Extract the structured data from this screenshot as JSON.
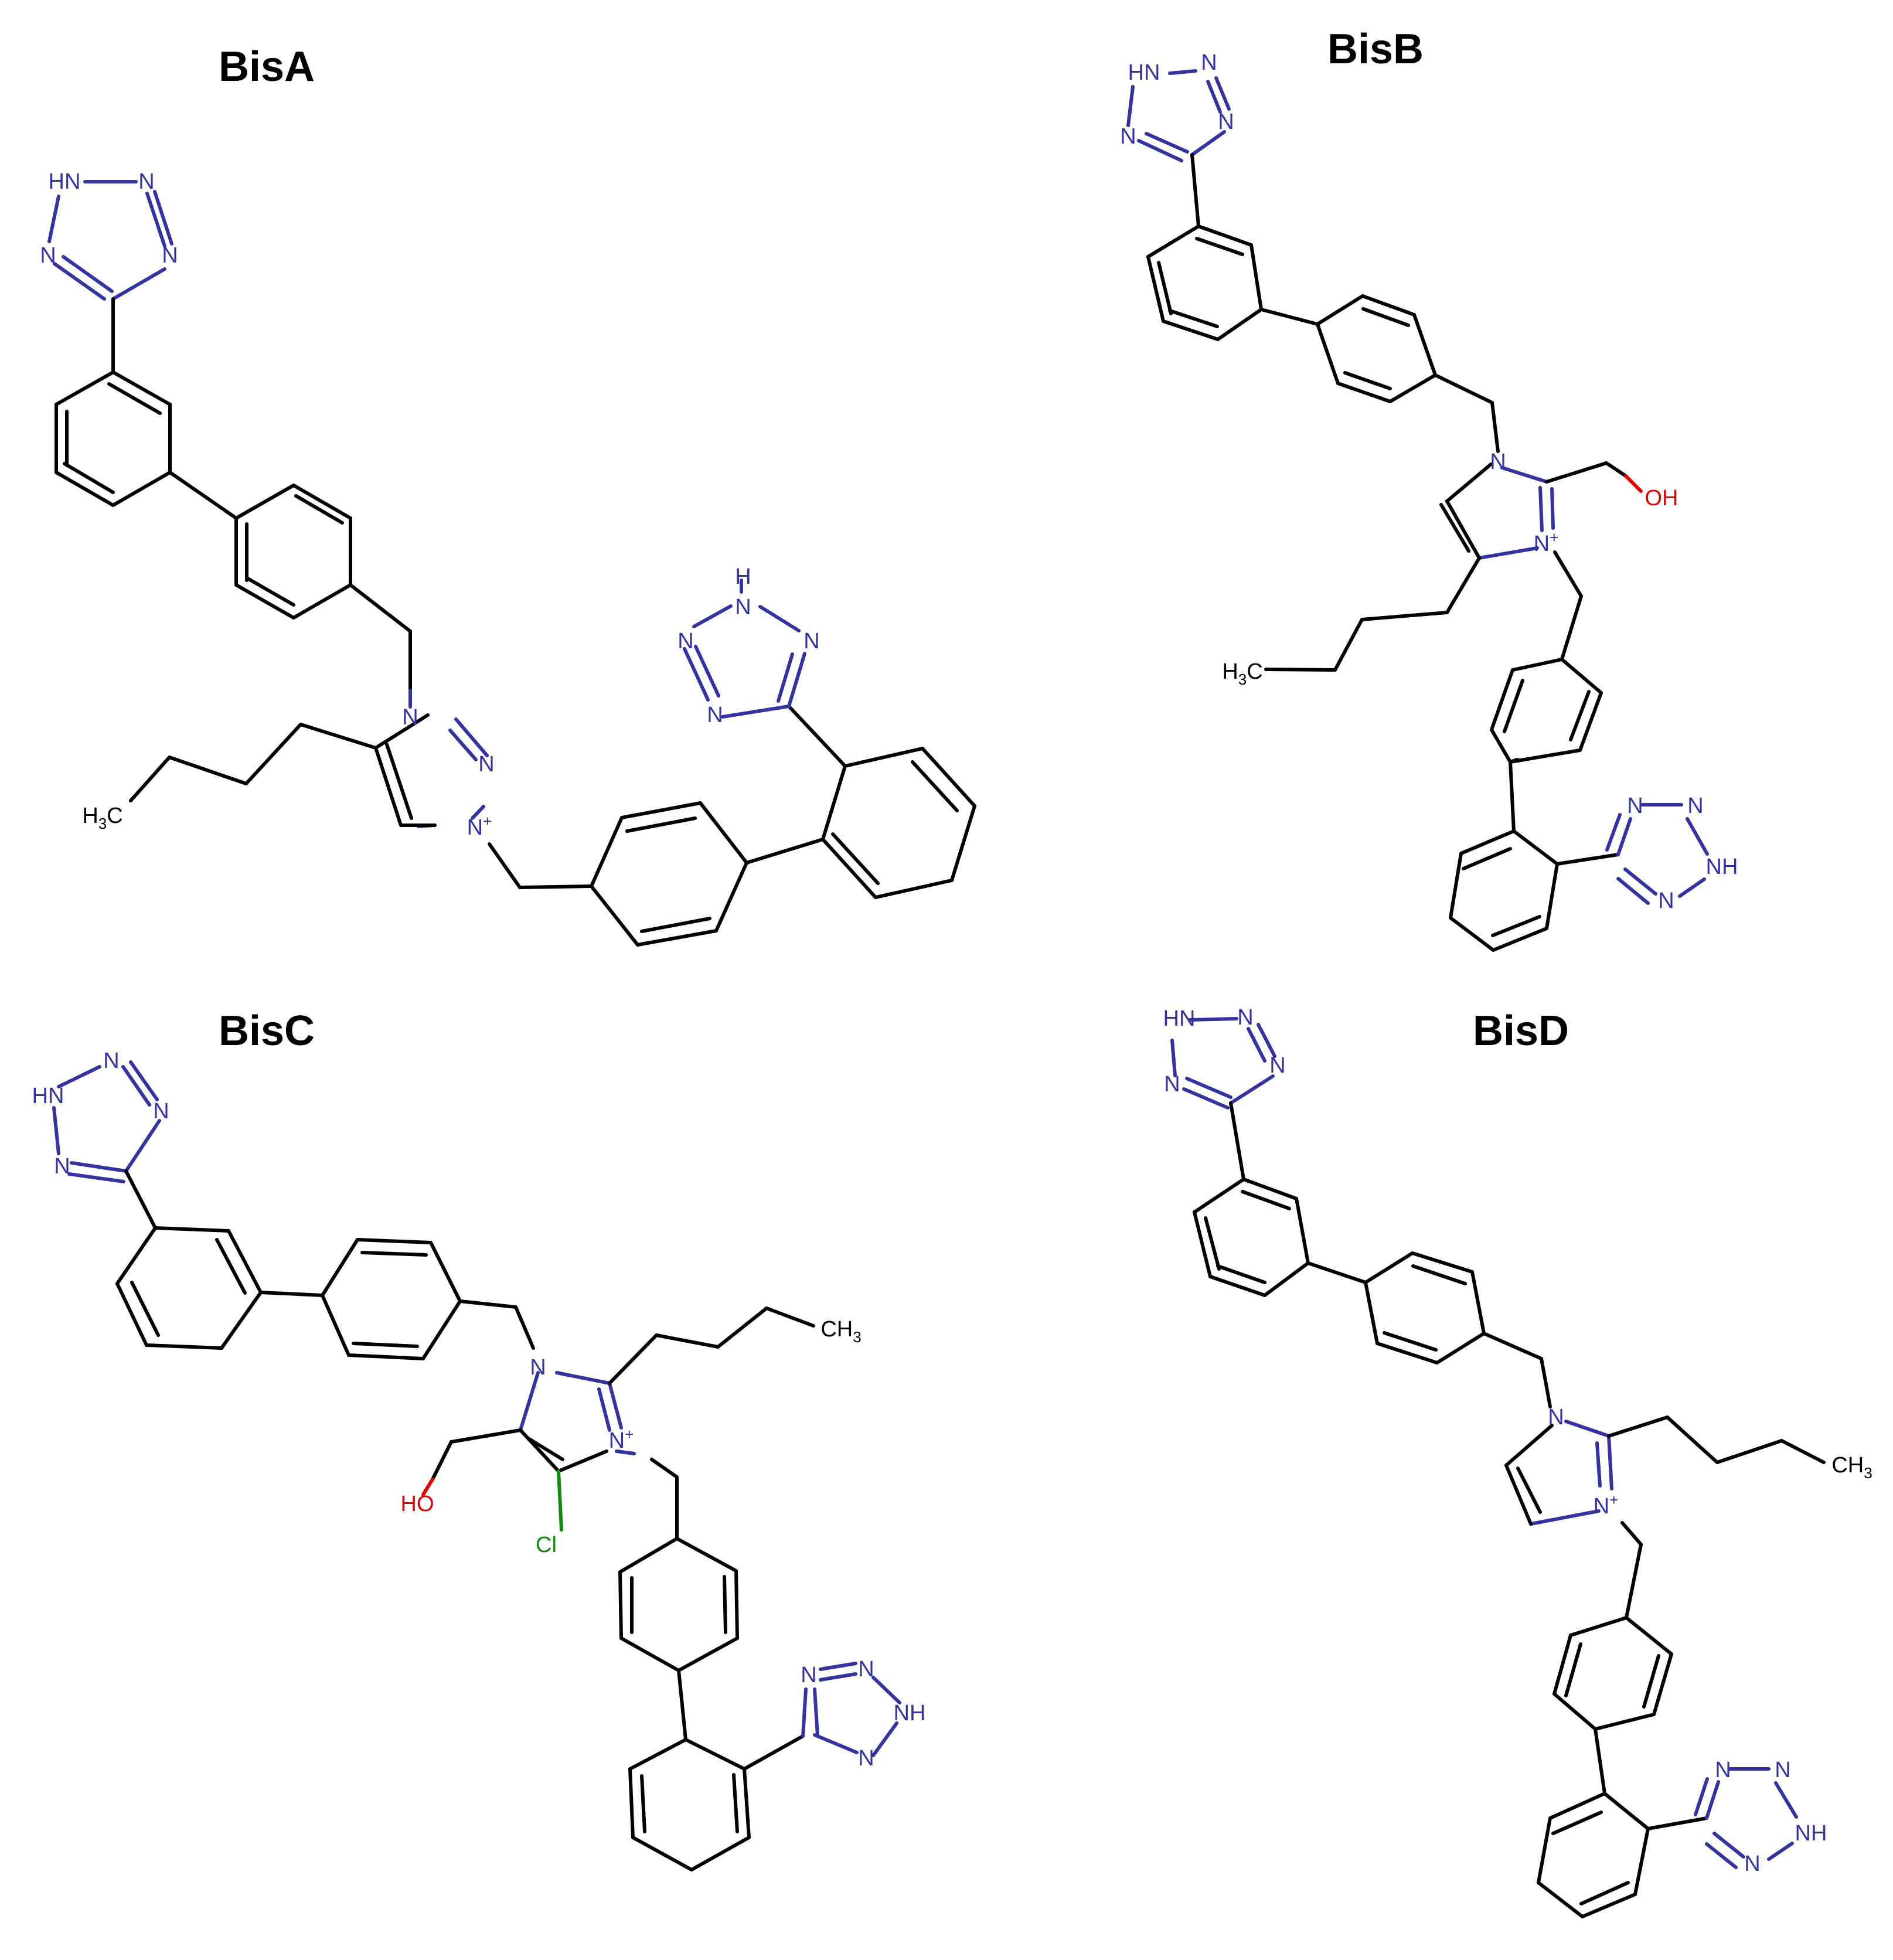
{
  "colors": {
    "bond": "#000000",
    "nitrogen": "#3333a1",
    "oxygen": "#e00000",
    "chlorine": "#118a11",
    "title": "#000000"
  },
  "panels": [
    {
      "title": "BisA",
      "atom_labels": [
        "HN",
        "N",
        "N",
        "N",
        "H",
        "N",
        "N",
        "N",
        "N",
        "N",
        "N",
        "N+",
        "H3C"
      ]
    },
    {
      "title": "BisB",
      "atom_labels": [
        "HN",
        "N",
        "N",
        "N",
        "N",
        "N+",
        "OH",
        "H3C",
        "N",
        "N",
        "NH",
        "N"
      ]
    },
    {
      "title": "BisC",
      "atom_labels": [
        "N",
        "HN",
        "N",
        "N",
        "N",
        "N+",
        "CH3",
        "HO",
        "Cl",
        "N",
        "N",
        "NH",
        "N"
      ]
    },
    {
      "title": "BisD",
      "atom_labels": [
        "HN",
        "N",
        "N",
        "N",
        "N",
        "N+",
        "CH3",
        "N",
        "N",
        "NH",
        "N"
      ]
    }
  ]
}
